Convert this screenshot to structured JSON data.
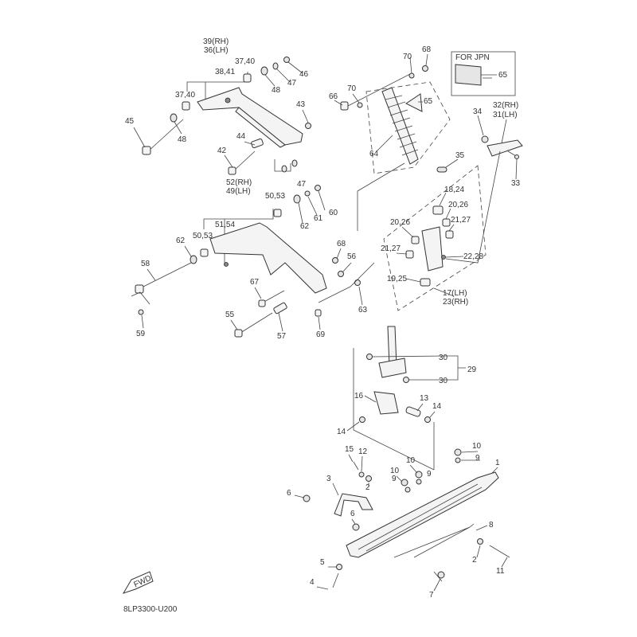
{
  "diagram": {
    "code": "8LP3300-U200",
    "fwd_label": "FWD",
    "jpn_box_label": "FOR JPN",
    "callouts": {
      "c39_36": [
        "39(RH)",
        "36(LH)"
      ],
      "c37_40a": "37,40",
      "c37_40b": "37,40",
      "c38_41": "38,41",
      "c46": "46",
      "c47a": "47",
      "c48a": "48",
      "c48b": "48",
      "c43": "43",
      "c45": "45",
      "c44": "44",
      "c42": "42",
      "c47b": "47",
      "c70a": "70",
      "c70b": "70",
      "c68a": "68",
      "c66": "66",
      "c65a": "65",
      "c65b": "65",
      "c64": "64",
      "c34": "34",
      "c32_31": [
        "32(RH)",
        "31(LH)"
      ],
      "c33": "33",
      "c35": "35",
      "c18_24": "18,24",
      "c20_26a": "20,26",
      "c20_26b": "20,26",
      "c21_27a": "21,27",
      "c21_27b": "21,27",
      "c22_28": "22,28",
      "c19_25": "19,25",
      "c17_23": [
        "17(LH)",
        "23(RH)"
      ],
      "c52_49": [
        "52(RH)",
        "49(LH)"
      ],
      "c50_53a": "50,53",
      "c50_53b": "50,53",
      "c51_54": "51,54",
      "c60": "60",
      "c61": "61",
      "c62a": "62",
      "c62b": "62",
      "c58": "58",
      "c59": "59",
      "c68b": "68",
      "c56": "56",
      "c67": "67",
      "c55": "55",
      "c57": "57",
      "c69": "69",
      "c63": "63",
      "c30a": "30",
      "c30b": "30",
      "c29": "29",
      "c16": "16",
      "c13": "13",
      "c14a": "14",
      "c14b": "14",
      "c15": "15",
      "c12": "12",
      "c10a": "10",
      "c10b": "10",
      "c10c": "10",
      "c9a": "9",
      "c9b": "9",
      "c9c": "9",
      "c2a": "2",
      "c2b": "2",
      "c1": "1",
      "c3": "3",
      "c6a": "6",
      "c6b": "6",
      "c8": "8",
      "c5": "5",
      "c4": "4",
      "c7": "7",
      "c11": "11"
    }
  }
}
